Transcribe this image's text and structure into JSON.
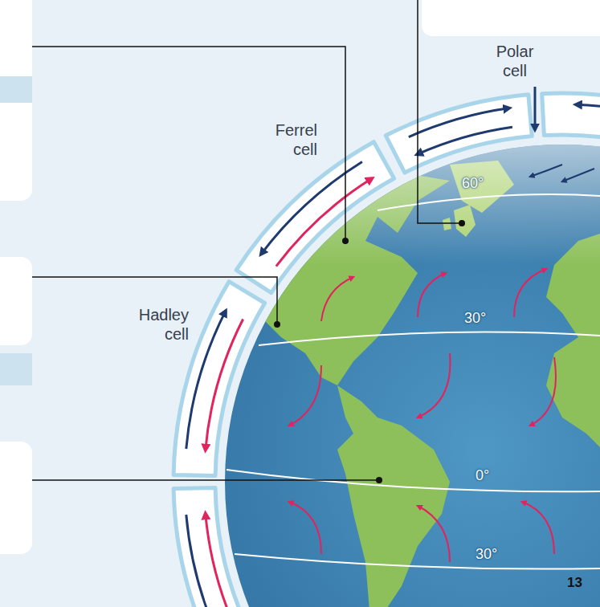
{
  "diagram": {
    "labels": [
      "Polar cell",
      "Ferrel cell",
      "Hadley cell",
      "60°",
      "30°",
      "0°",
      "30°",
      "13"
    ]
  }
}
